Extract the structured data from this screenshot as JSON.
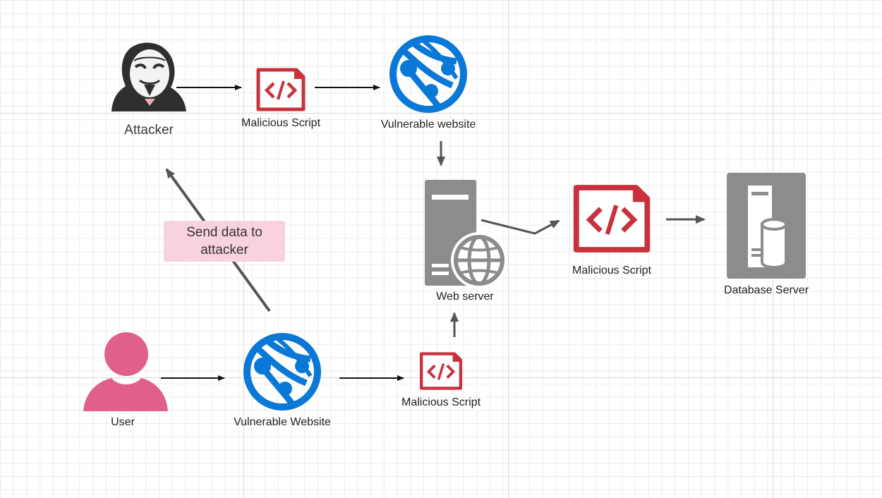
{
  "nodes": {
    "attacker": {
      "label": "Attacker",
      "icon": "hacker-icon"
    },
    "script_top": {
      "label": "Malicious Script",
      "icon": "code-file-icon"
    },
    "website_top": {
      "label": "Vulnerable website",
      "icon": "web-globe-icon"
    },
    "web_server": {
      "label": "Web server",
      "icon": "web-server-icon"
    },
    "script_right": {
      "label": "Malicious Script",
      "icon": "code-file-icon"
    },
    "database": {
      "label": "Database Server",
      "icon": "database-server-icon"
    },
    "user": {
      "label": "User",
      "icon": "user-icon"
    },
    "website_bottom": {
      "label": "Vulnerable Website",
      "icon": "web-globe-icon"
    },
    "script_bottom": {
      "label": "Malicious Script",
      "icon": "code-file-icon"
    }
  },
  "callout": {
    "text": "Send data to\nattacker"
  },
  "colors": {
    "azure_blue": "#0a78d7",
    "script_red": "#c8323d",
    "server_gray": "#8c8c8c",
    "user_pink": "#e0608a",
    "callout_bg": "#f8d3de"
  }
}
